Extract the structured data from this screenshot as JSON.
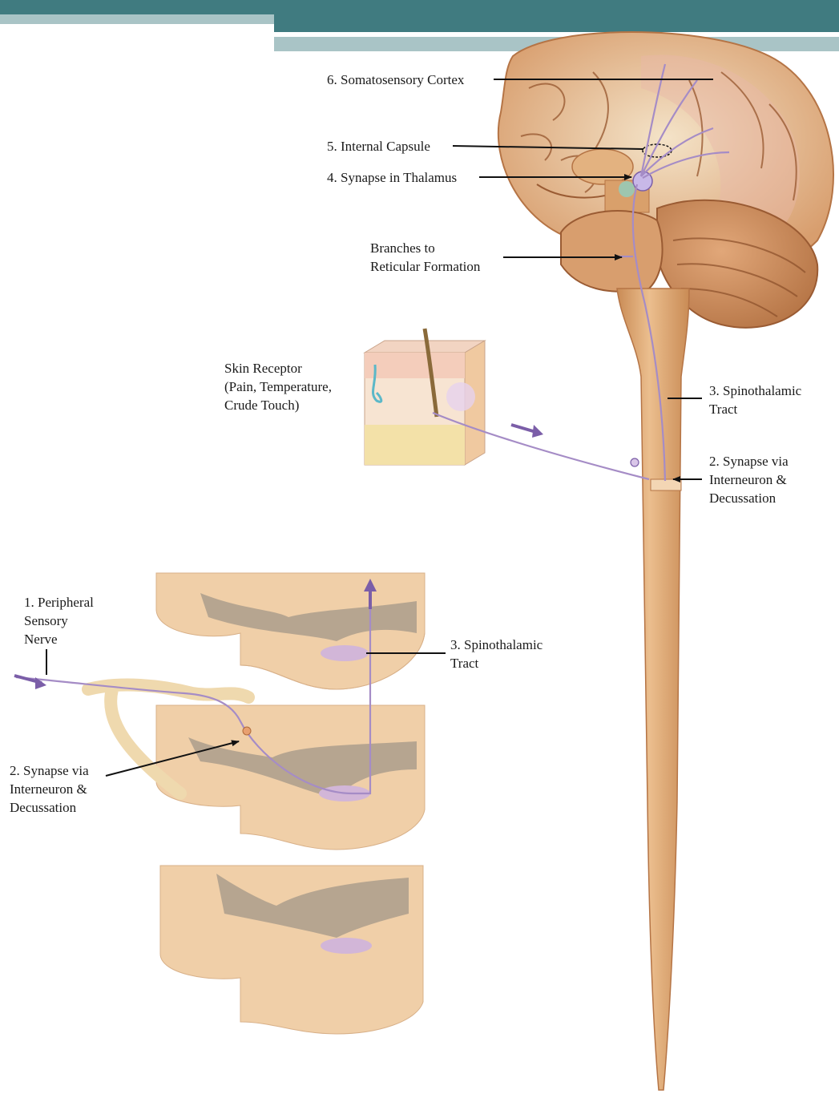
{
  "theme": {
    "band_color": "#407B80",
    "band_light_color": "#A9C4C6",
    "tissue_color": "#E3B280",
    "tract_color": "#A58CC6",
    "arrow_color": "#7B5EA8"
  },
  "labels": {
    "somatosensory_cortex": "6. Somatosensory Cortex",
    "internal_capsule": "5. Internal Capsule",
    "synapse_thalamus": "4. Synapse in Thalamus",
    "reticular": [
      "Branches to",
      "Reticular Formation"
    ],
    "skin_receptor": [
      "Skin Receptor",
      "(Pain, Temperature,",
      "Crude Touch)"
    ],
    "spinothalamic_upper": [
      "3. Spinothalamic",
      "Tract"
    ],
    "synapse_upper": [
      "2. Synapse via",
      "Interneuron &",
      "Decussation"
    ],
    "peripheral_nerve": [
      "1. Peripheral",
      "Sensory",
      "Nerve"
    ],
    "spinothalamic_lower": [
      "3. Spinothalamic",
      "Tract"
    ],
    "synapse_lower": [
      "2. Synapse via",
      "Interneuron &",
      "Decussation"
    ]
  },
  "icons": {
    "brain": "brain-illustration",
    "cord": "spinal-cord-illustration",
    "skin": "skin-block-illustration",
    "sections": "spinal-cord-cross-sections"
  }
}
